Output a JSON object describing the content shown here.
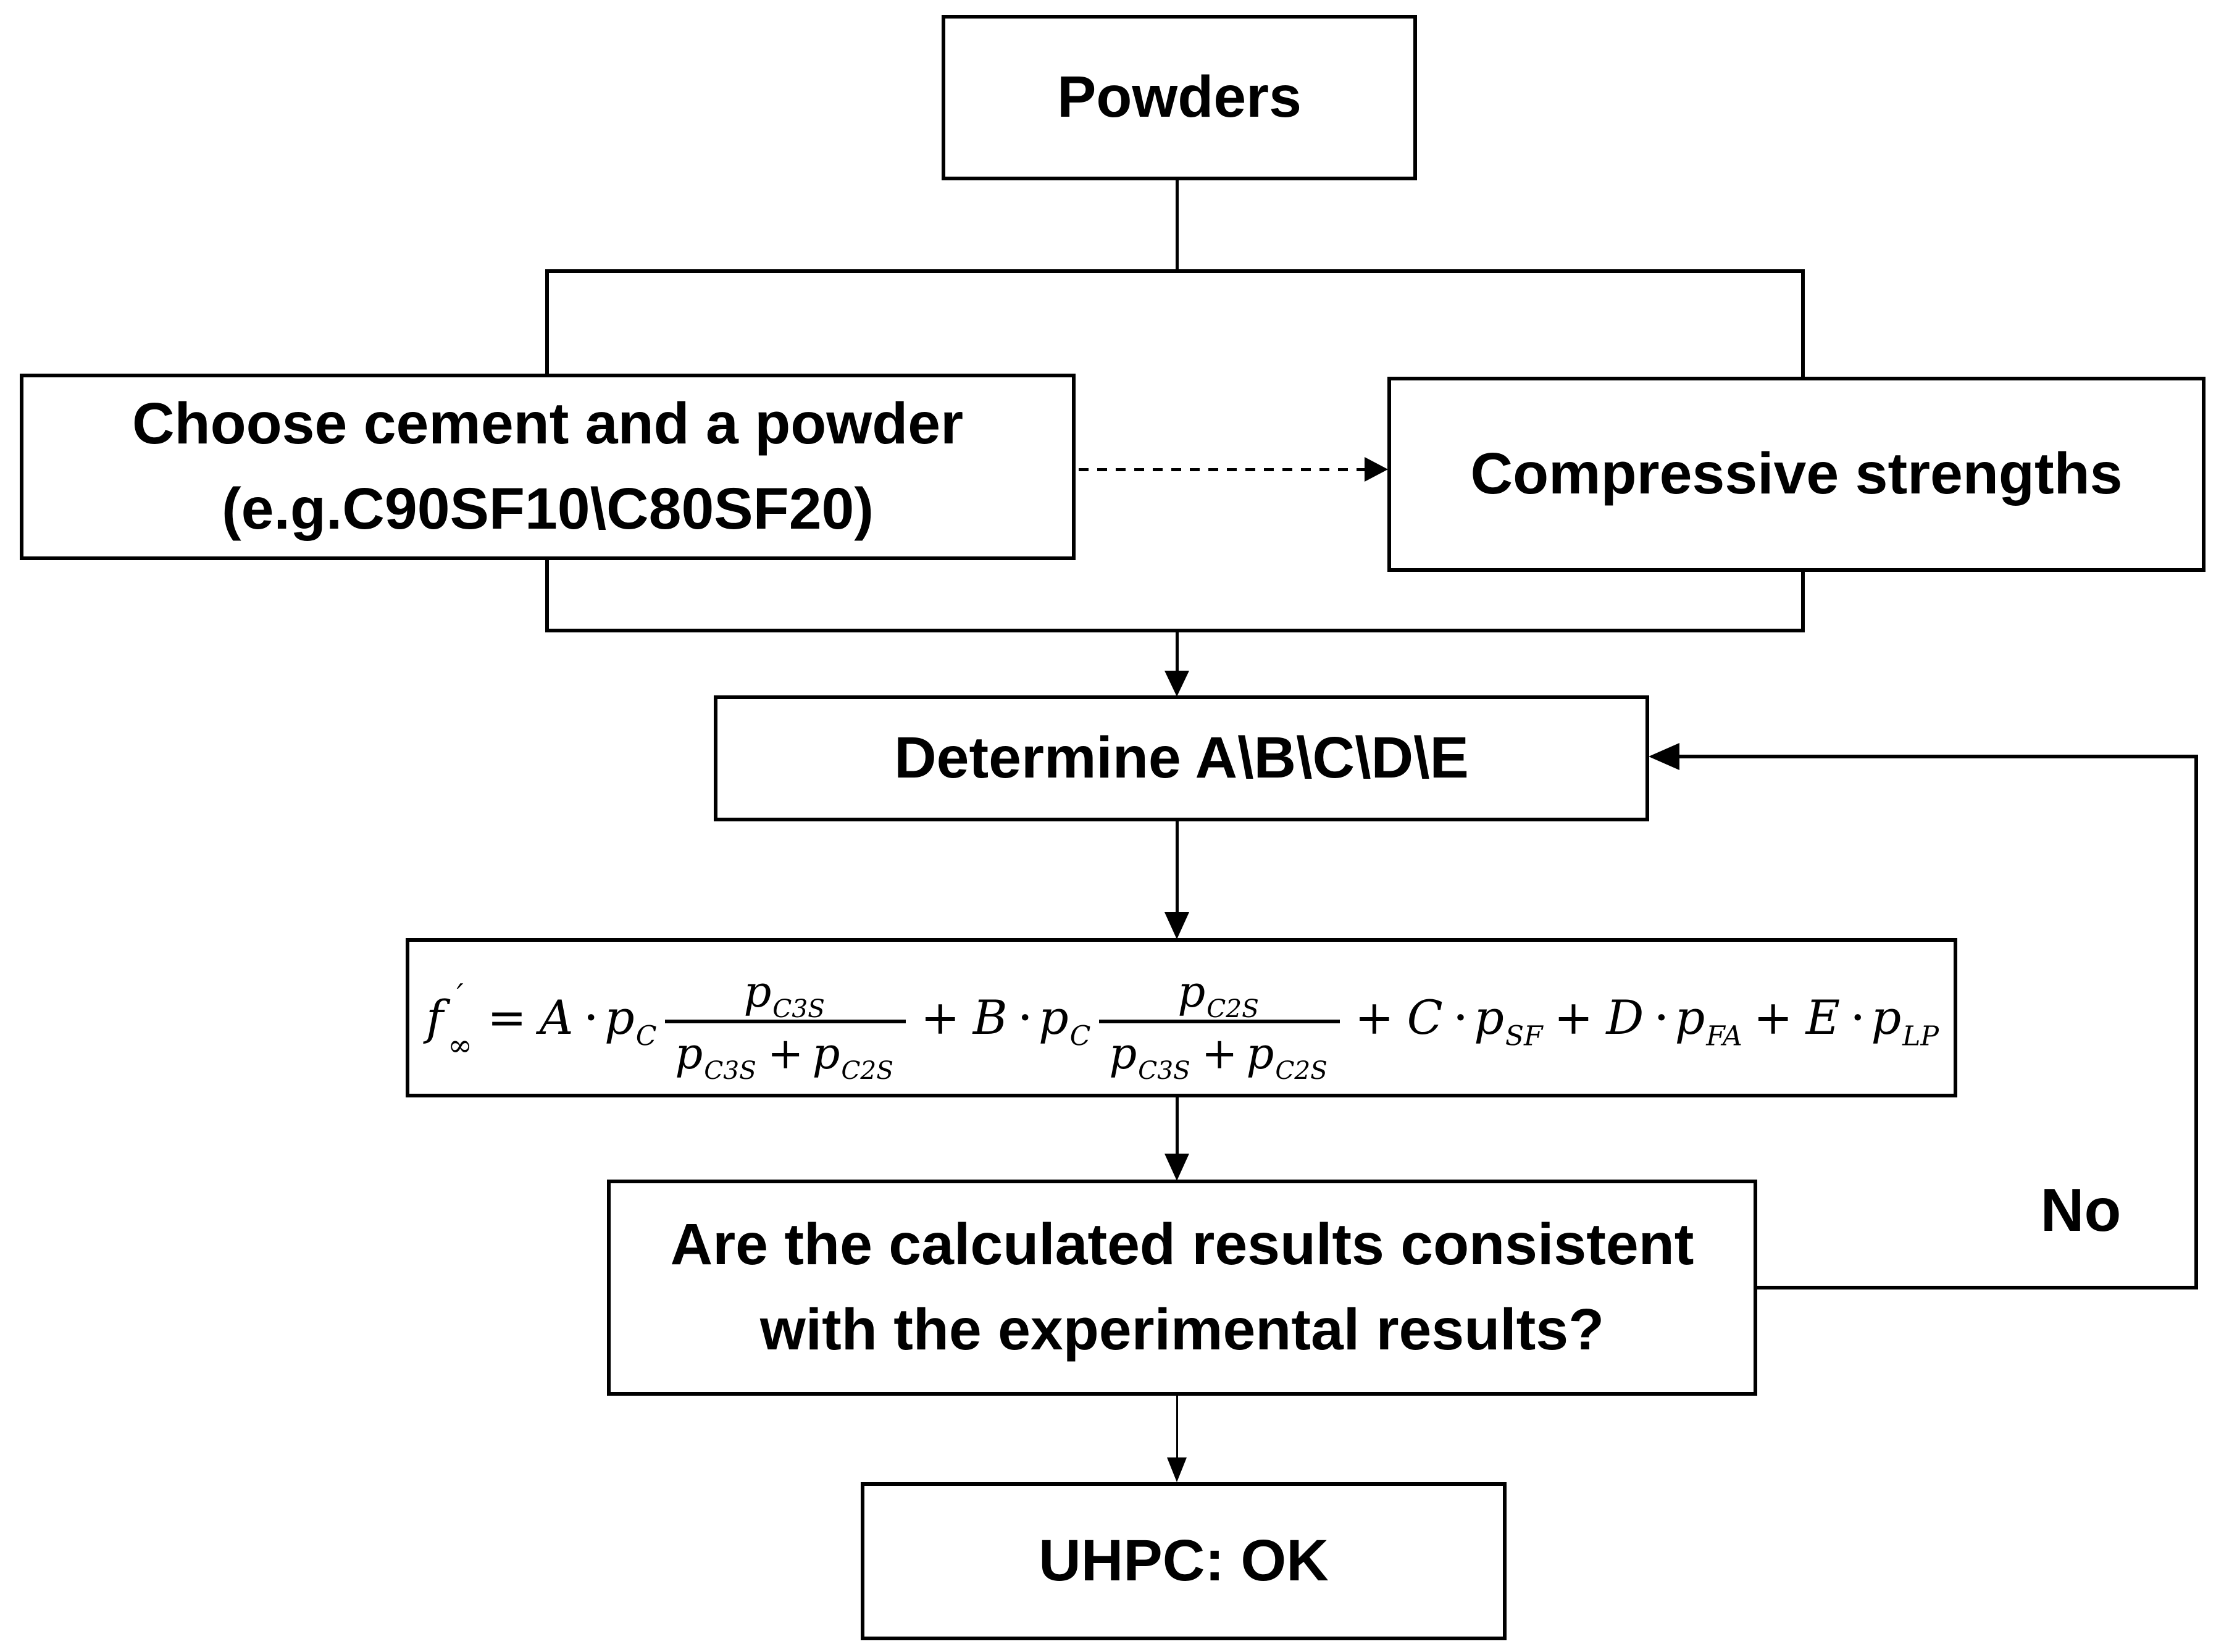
{
  "colors": {
    "ink": "#000000",
    "background": "#ffffff"
  },
  "nodes": {
    "powders": {
      "label": "Powders"
    },
    "choose": {
      "line1": "Choose cement and a powder",
      "line2": "(e.g.C90SF10\\C80SF20)"
    },
    "compressive": {
      "label": "Compressive strengths"
    },
    "determine": {
      "label": "Determine A\\B\\C\\D\\E"
    },
    "question": {
      "line1": "Are the calculated results consistent",
      "line2": "with the experimental results?"
    },
    "uhpc": {
      "label": "UHPC: OK"
    }
  },
  "edges": {
    "no_label": "No"
  },
  "formula": {
    "f": "f",
    "prime": "′",
    "infinity": "∞",
    "equals": "=",
    "coeff_A": "A",
    "coeff_B": "B",
    "coeff_C": "C",
    "coeff_D": "D",
    "coeff_E": "E",
    "dot": "·",
    "plus": "+",
    "p": "p",
    "sub_C": "C",
    "sub_C3S": "C3S",
    "sub_C2S": "C2S",
    "sub_SF": "SF",
    "sub_FA": "FA",
    "sub_LP": "LP"
  }
}
